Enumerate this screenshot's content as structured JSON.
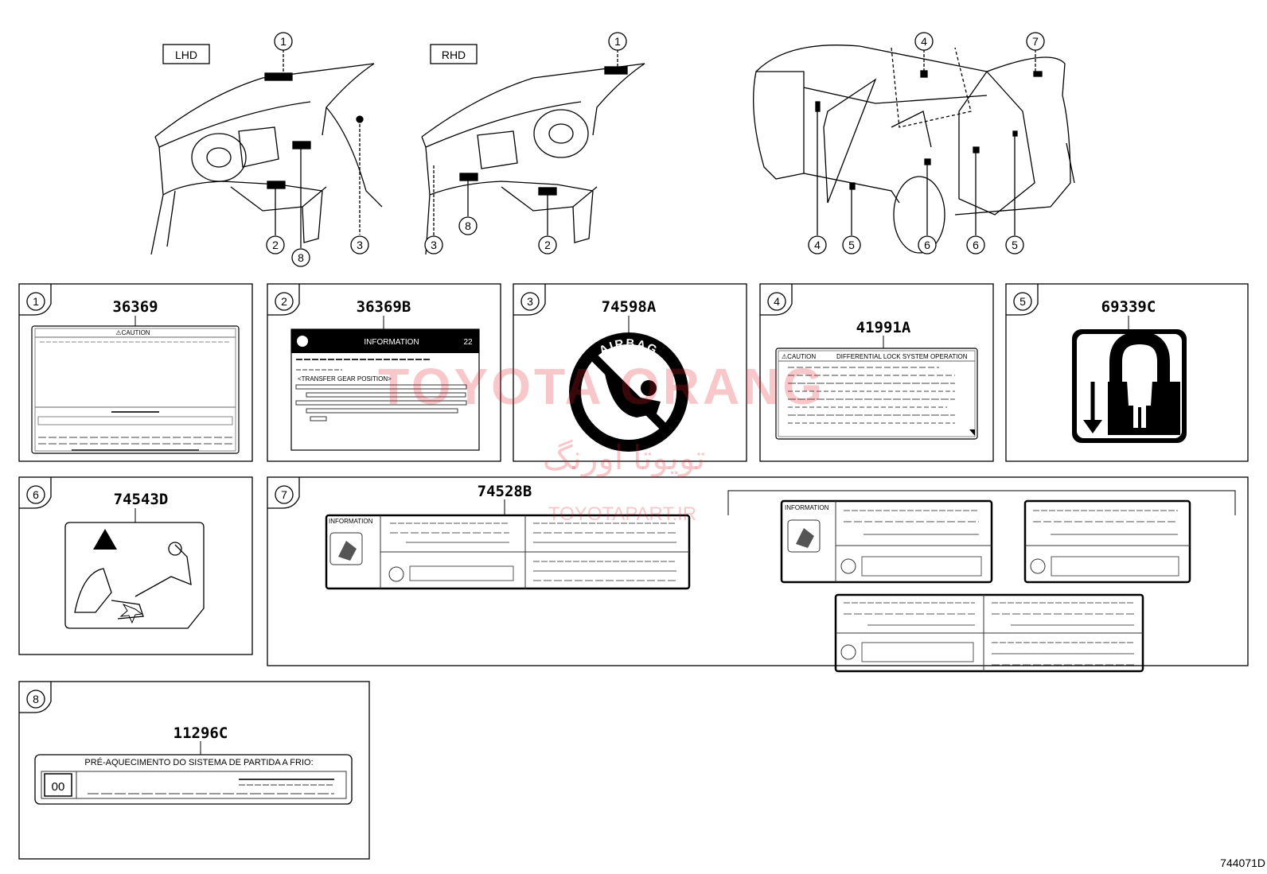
{
  "diagram_code": "744071D",
  "drive_labels": {
    "lhd": "LHD",
    "rhd": "RHD"
  },
  "watermarks": {
    "main": "TOYOTA ORANG",
    "persian": "تویوتا اورنگ",
    "site": "TOYOTAPART.IR"
  },
  "callouts": {
    "lhd": [
      "1",
      "2",
      "8",
      "3"
    ],
    "rhd": [
      "1",
      "3",
      "8",
      "2"
    ],
    "rear": [
      "4",
      "7",
      "4",
      "5",
      "6",
      "6",
      "5"
    ]
  },
  "panels": [
    {
      "index": "1",
      "part_number": "36369",
      "label_text": "⚠CAUTION"
    },
    {
      "index": "2",
      "part_number": "36369B",
      "label_text": "INFORMATION",
      "label_number": "22",
      "line_text": "<TRANSFER GEAR POSITION>"
    },
    {
      "index": "3",
      "part_number": "74598A",
      "label_text": "AIRBAG"
    },
    {
      "index": "4",
      "part_number": "41991A",
      "label_text": "⚠CAUTION",
      "label_subtitle": "DIFFERENTIAL LOCK SYSTEM OPERATION"
    },
    {
      "index": "5",
      "part_number": "69339C"
    },
    {
      "index": "6",
      "part_number": "74543D"
    },
    {
      "index": "7",
      "part_number": "74528B",
      "label_text": "INFORMATION"
    },
    {
      "index": "8",
      "part_number": "11296C",
      "label_text": "PRÉ-AQUECIMENTO DO SISTEMA  DE  PARTIDA A FRIO:",
      "label_box": "00"
    }
  ]
}
